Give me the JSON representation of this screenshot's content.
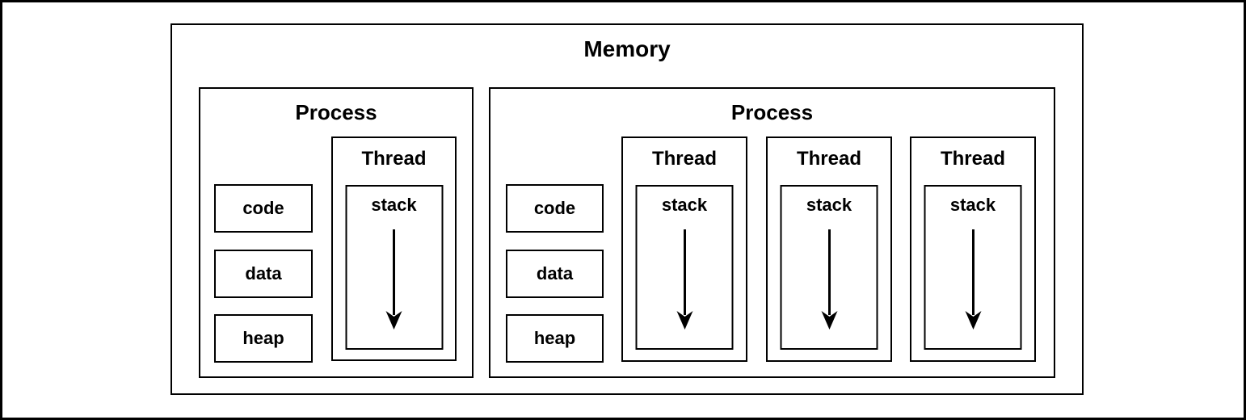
{
  "diagram": {
    "type": "nested-box-diagram",
    "subject": "memory layout of processes and threads",
    "colors": {
      "line": "#000000",
      "background": "#ffffff",
      "text": "#000000"
    },
    "memory": {
      "label": "Memory",
      "processes": [
        {
          "label": "Process",
          "segments": [
            "code",
            "data",
            "heap"
          ],
          "threads": [
            {
              "label": "Thread",
              "stack_label": "stack",
              "arrow": "downward-growth-arrow"
            }
          ]
        },
        {
          "label": "Process",
          "segments": [
            "code",
            "data",
            "heap"
          ],
          "threads": [
            {
              "label": "Thread",
              "stack_label": "stack",
              "arrow": "downward-growth-arrow"
            },
            {
              "label": "Thread",
              "stack_label": "stack",
              "arrow": "downward-growth-arrow"
            },
            {
              "label": "Thread",
              "stack_label": "stack",
              "arrow": "downward-growth-arrow"
            }
          ]
        }
      ]
    }
  }
}
